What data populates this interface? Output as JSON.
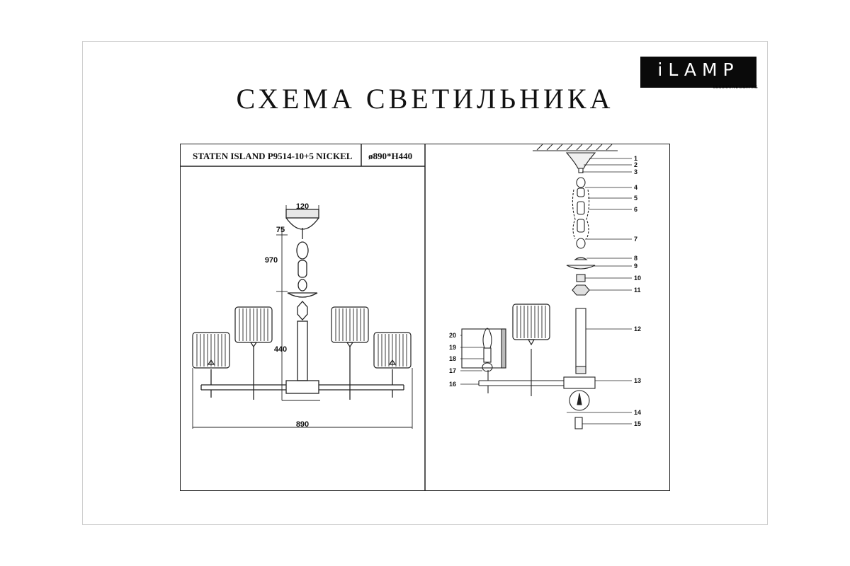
{
  "brand": {
    "logo": "iLAMP",
    "tagline": "DECORATIVE LIGHTING"
  },
  "title": "СХЕМА СВЕТИЛЬНИКА",
  "spec": {
    "model": "STATEN ISLAND P9514-10+5 NICKEL",
    "size": "ø890*H440"
  },
  "dimensions": {
    "canopy": "120",
    "canopy_height": "75",
    "chain": "970",
    "height": "440",
    "width": "890"
  },
  "parts": [
    "1",
    "2",
    "3",
    "4",
    "5",
    "6",
    "7",
    "8",
    "9",
    "10",
    "11",
    "12",
    "13",
    "14",
    "15",
    "16",
    "17",
    "18",
    "19",
    "20"
  ]
}
